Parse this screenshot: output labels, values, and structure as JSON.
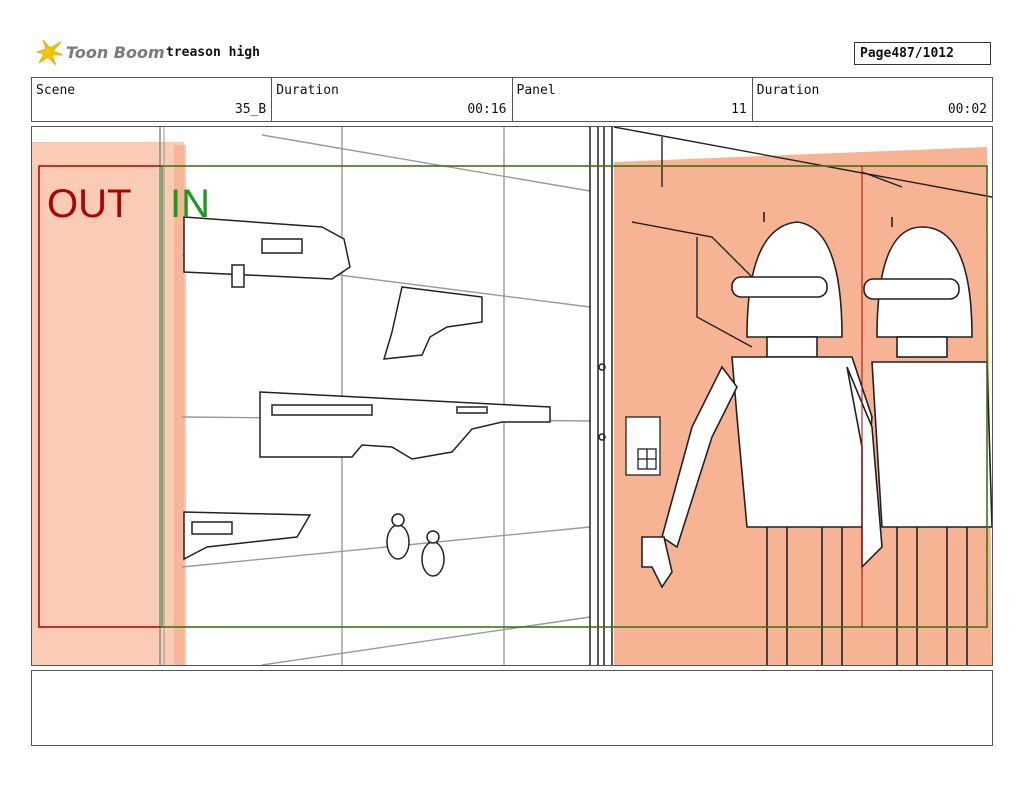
{
  "header": {
    "logo_name": "Toon Boom",
    "project_title": "treason high",
    "page_label": "Page",
    "page_number": "487/1012"
  },
  "info": {
    "scene_label": "Scene",
    "scene_value": "35_B",
    "scene_duration_label": "Duration",
    "scene_duration_value": "00:16",
    "panel_label": "Panel",
    "panel_value": "11",
    "panel_duration_label": "Duration",
    "panel_duration_value": "00:02"
  },
  "frame": {
    "out_label": "OUT",
    "in_label": "IN",
    "out_color": "#b00000",
    "in_color": "#1a9a1a",
    "fill_color": "#f7b495"
  },
  "notes": {
    "text": ""
  }
}
